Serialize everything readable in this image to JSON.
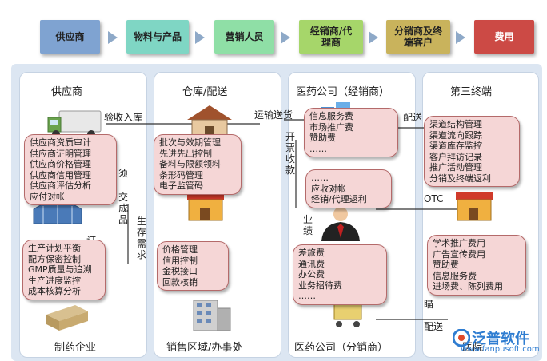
{
  "flow_steps": [
    {
      "label": "供应商",
      "color": "#7fa3d1"
    },
    {
      "label": "物料与产品",
      "color": "#7fd6c4"
    },
    {
      "label": "营销人员",
      "color": "#8fdfa6"
    },
    {
      "label": "经销商/代\n理商",
      "color": "#a6d66a"
    },
    {
      "label": "分销商及终\n端客户",
      "color": "#c9b35c"
    },
    {
      "label": "费用",
      "color": "#cc4a45"
    }
  ],
  "columns": [
    {
      "top_title": "供应商",
      "bottom_title": "制药企业"
    },
    {
      "top_title": "仓库/配送",
      "bottom_title": "销售区域/办事处"
    },
    {
      "top_title": "医药公司（经销商）",
      "bottom_title": "医药公司（分销商）"
    },
    {
      "top_title": "第三终端",
      "bottom_title": "医院"
    }
  ],
  "flow_labels": {
    "receive": "验收入库",
    "transport": "运输送货",
    "deliver_top": "配送",
    "otc": "OTC",
    "deliver_bottom": "配送",
    "ding": "订",
    "partial_bottom": "瞄"
  },
  "vertical_labels": {
    "finished": "交成品",
    "production_demand": "生存需求",
    "invoice": "开票收款",
    "performance": "业绩",
    "partial_left": "须"
  },
  "callouts": {
    "supplier": [
      "供应商资质审计",
      "供应商证明管理",
      "供应商价格管理",
      "供应商信用管理",
      "供应商评估分析",
      "应付对帐"
    ],
    "manufacturer": [
      "生产计划平衡",
      "配方保密控制",
      "GMP质量与追溯",
      "生产进度监控",
      "成本核算分析"
    ],
    "warehouse": [
      "批次与效期管理",
      "先进先出控制",
      "备料与限额领料",
      "条形码管理",
      "电子监管码"
    ],
    "sales_area": [
      "价格管理",
      "信用控制",
      "金税接口",
      "回款核销"
    ],
    "distributor_top": [
      "信息服务费",
      "市场推广费",
      "赞助费",
      "……"
    ],
    "distributor_mid": [
      "……",
      "应收对帐",
      "经销/代理返利"
    ],
    "staff_costs": [
      "差旅费",
      "通讯费",
      "办公费",
      "业务招待费",
      "……"
    ],
    "terminal": [
      "渠道结构管理",
      "渠道流向跟踪",
      "渠道库存监控",
      "客户拜访记录",
      "推广活动管理",
      "分销及终端返利"
    ],
    "hospital": [
      "学术推广费用",
      "广告宣传费用",
      "赞助费",
      "信息服务费",
      "进场费、陈列费用"
    ]
  },
  "logo": {
    "name": "泛普软件",
    "url": "www.fanpusoft.com",
    "accent": "#2f7dd1"
  }
}
